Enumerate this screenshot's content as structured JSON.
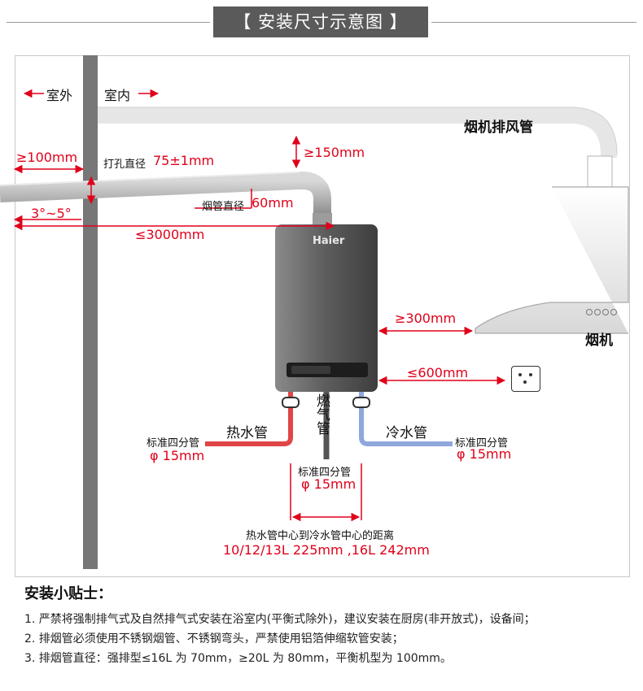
{
  "title": "【 安装尺寸示意图 】",
  "labels": {
    "outdoor": "室外",
    "indoor": "室内",
    "range_hood_duct": "烟机排风管",
    "min_100": "≥100mm",
    "hole_diameter_text": "打孔直径",
    "hole_diameter_value": "75±1mm",
    "min_150": "≥150mm",
    "flue_diameter_text": "烟管直径",
    "flue_diameter_value": "60mm",
    "slope": "3°~5°",
    "max_3000": "≤3000mm",
    "brand": "Haier",
    "min_300": "≥300mm",
    "range_hood": "烟机",
    "max_600": "≤600mm",
    "hot_pipe": "热水管",
    "gas_pipe": "燃气管",
    "cold_pipe": "冷水管",
    "std_quarter_left": "标准四分管",
    "phi15_left": "φ 15mm",
    "std_quarter_right": "标准四分管",
    "phi15_right": "φ 15mm",
    "std_quarter_mid": "标准四分管",
    "phi15_mid": "φ 15mm",
    "center_distance": "热水管中心到冷水管中心的距离",
    "center_values": "10/12/13L 225mm ,16L 242mm"
  },
  "tips": {
    "title": "安装小贴士：",
    "items": [
      "1. 严禁将强制排气式及自然排气式安装在浴室内(平衡式除外)，建议安装在厨房(非开放式)，设备间；",
      "2. 排烟管必须使用不锈钢烟管、不锈钢弯头，严禁使用铝箔伸缩软管安装；",
      "3. 排烟管直径：强排型≤16L 为 70mm，≥20L 为 80mm，平衡机型为 100mm。"
    ]
  },
  "colors": {
    "dimension": "#e0001a",
    "hot_pipe": "#e03b3b",
    "cold_pipe": "#7b9ad6",
    "wall": "#777777",
    "heater_body": "#5b5b5b"
  }
}
